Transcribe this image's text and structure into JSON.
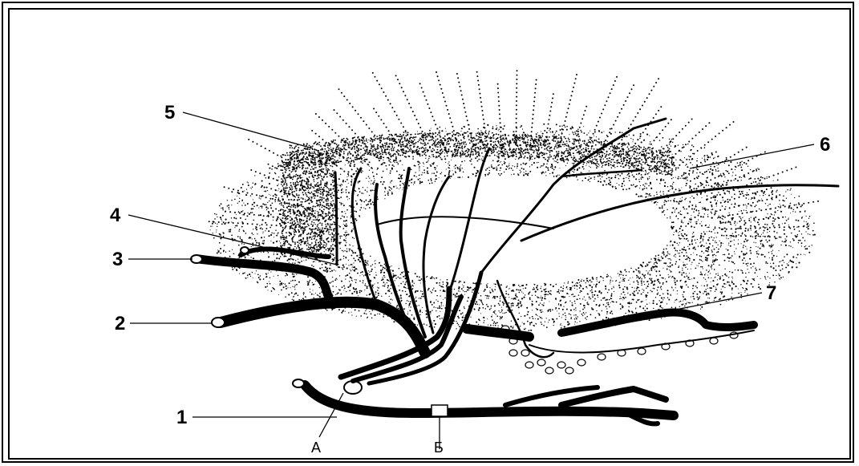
{
  "labels": {
    "l1": "1",
    "l2": "2",
    "l3": "3",
    "l4": "4",
    "l5": "5",
    "l6": "6",
    "l7": "7",
    "lA": "А",
    "lB": "Б"
  }
}
